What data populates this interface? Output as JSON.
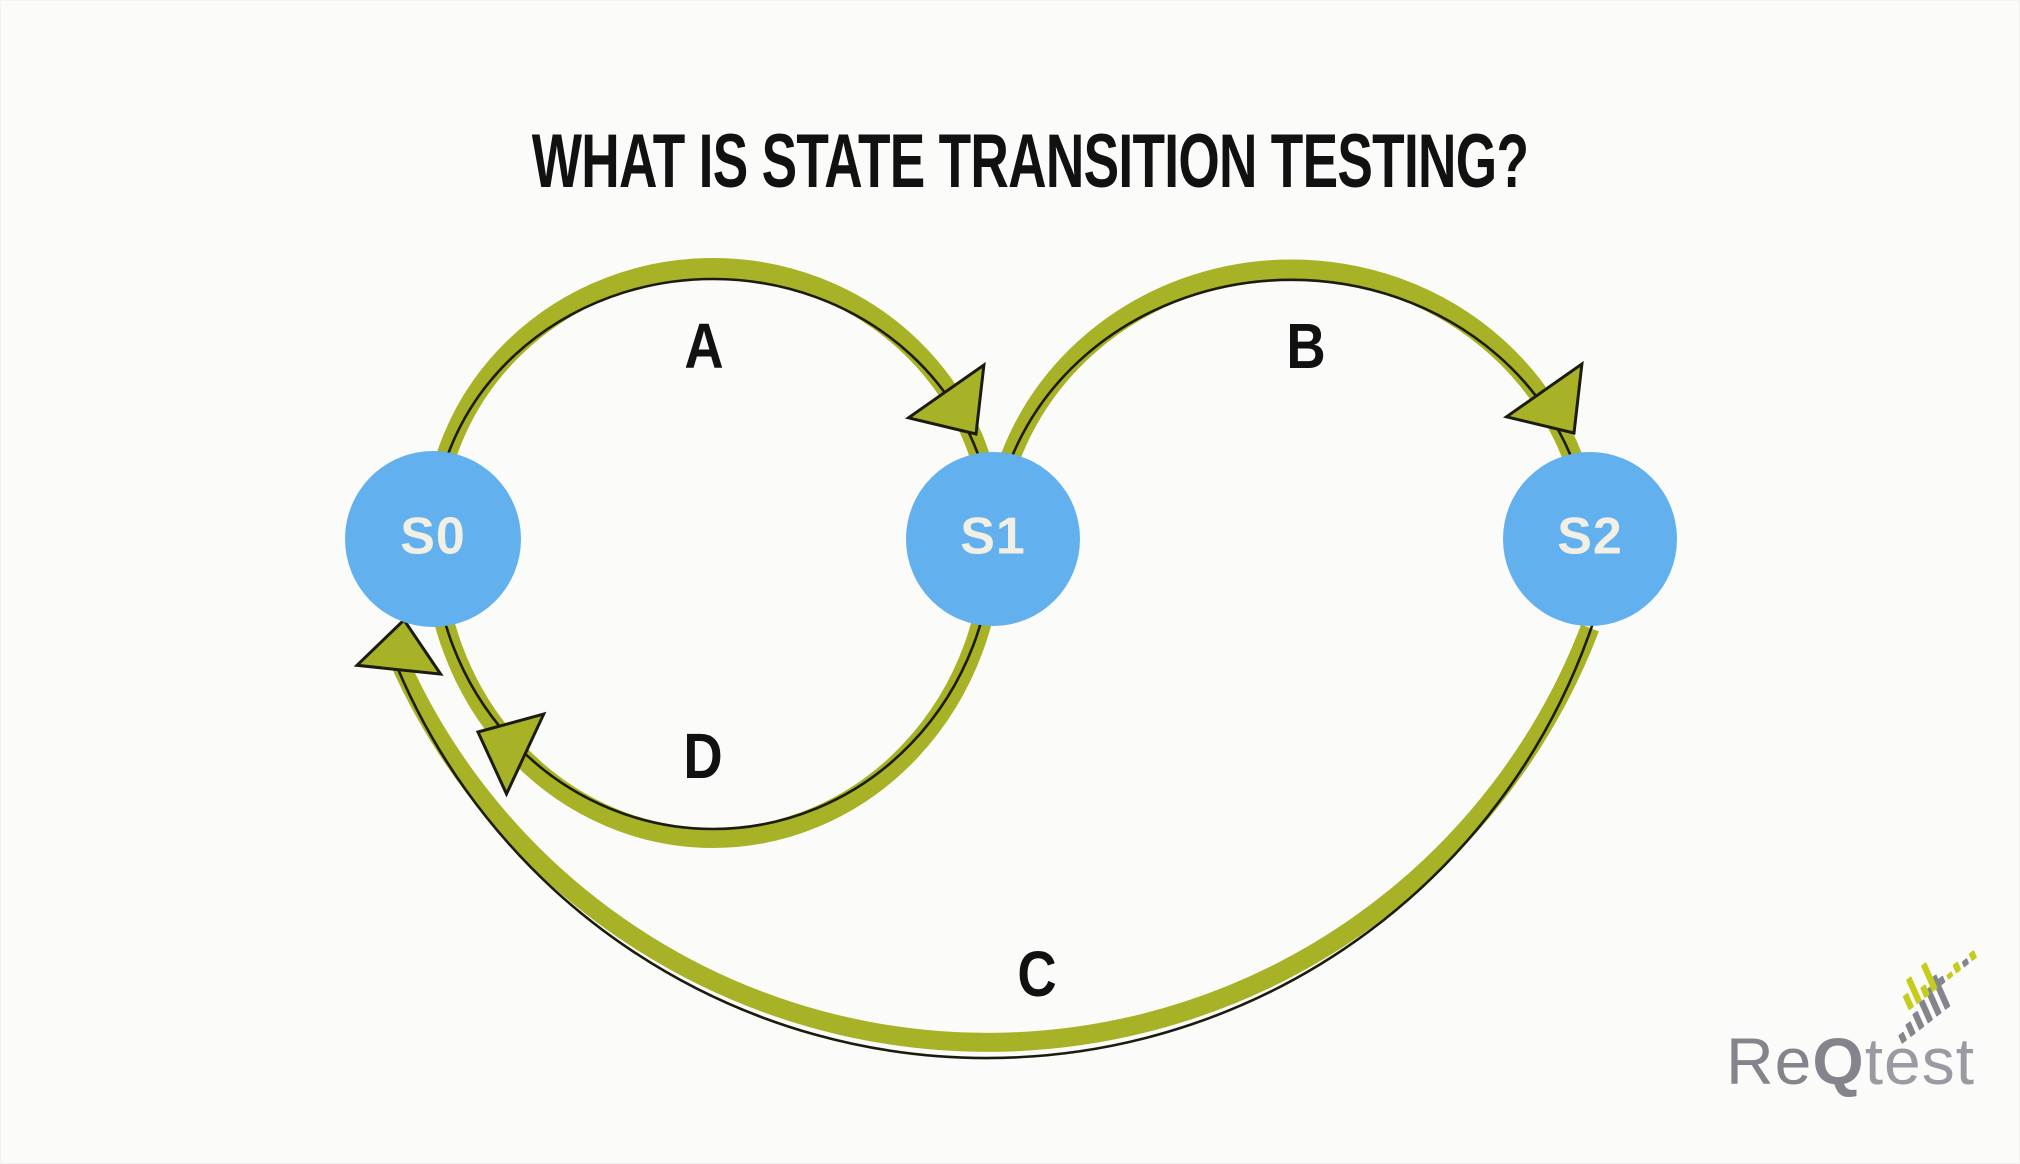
{
  "title": "WHAT IS STATE TRANSITION TESTING?",
  "diagram": {
    "type": "state-transition-diagram",
    "states": [
      {
        "id": "S0",
        "label": "S0"
      },
      {
        "id": "S1",
        "label": "S1"
      },
      {
        "id": "S2",
        "label": "S2"
      }
    ],
    "transitions": [
      {
        "label": "A",
        "from": "S0",
        "to": "S1"
      },
      {
        "label": "B",
        "from": "S1",
        "to": "S2"
      },
      {
        "label": "C",
        "from": "S2",
        "to": "S0"
      },
      {
        "label": "D",
        "from": "S1",
        "to": "S0"
      }
    ]
  },
  "logo": {
    "name": "ReQtest",
    "part_re": "Re",
    "part_q": "Q",
    "part_test": "test",
    "mark": "equalizer-bars-icon"
  },
  "colors": {
    "background": "#fbfbf9",
    "accent": "#a8b226",
    "outline": "#1c1c0e",
    "node": "#62b0ee",
    "node_text": "#f2efe4",
    "text": "#111111",
    "logo_text": "#84848c",
    "logo_text_light": "#9a9aa2",
    "logo_gray": "#85858d",
    "logo_yellow": "#c6cc1c"
  }
}
